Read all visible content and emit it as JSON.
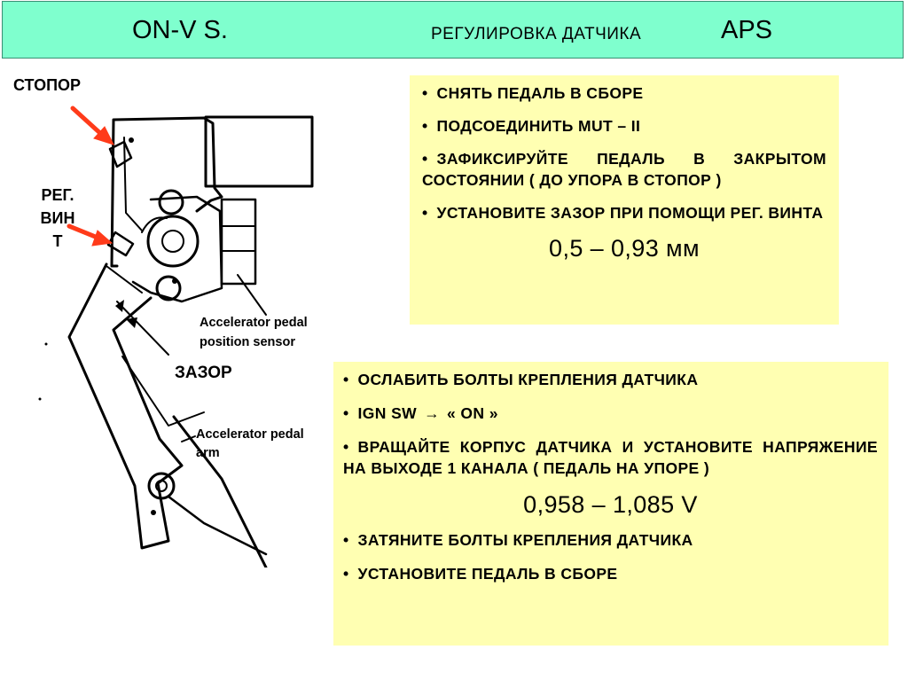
{
  "header": {
    "left": "ON-V  S.",
    "middle": "РЕГУЛИРОВКА  ДАТЧИКА",
    "right": "APS"
  },
  "labels": {
    "stopor": "СТОПОР",
    "reg_line1": "РЕГ.",
    "reg_line2": "ВИН",
    "reg_line3": "Т",
    "zazor": "ЗАЗОР",
    "sensor_line1": "Accelerator pedal",
    "sensor_line2": "position sensor",
    "arm_line1": "Accelerator pedal",
    "arm_line2": "arm"
  },
  "box1": {
    "items": [
      "СНЯТЬ  ПЕДАЛЬ  В  СБОРЕ",
      "ПОДСОЕДИНИТЬ  MUT – II",
      "ЗАФИКСИРУЙТЕ  ПЕДАЛЬ  В  ЗАКРЫТОМ  СОСТОЯНИИ  ( ДО  УПОРА  В  СТОПОР )",
      "УСТАНОВИТЕ ЗАЗОР  ПРИ  ПОМОЩИ  РЕГ.  ВИНТА"
    ],
    "value": "0,5 – 0,93 мм"
  },
  "box2": {
    "item1": "ОСЛАБИТЬ  БОЛТЫ  КРЕПЛЕНИЯ  ДАТЧИКА",
    "item2_a": "IGN  SW",
    "item2_arrow": "→",
    "item2_b": "« ON »",
    "item3": "ВРАЩАЙТЕ  КОРПУС  ДАТЧИКА  И  УСТАНОВИТЕ  НАПРЯЖЕНИЕ  НА  ВЫХОДЕ  1  КАНАЛА  ( ПЕДАЛЬ  НА  УПОРЕ )",
    "value": "0,958 – 1,085 V",
    "item4": "ЗАТЯНИТЕ   БОЛТЫ   КРЕПЛЕНИЯ   ДАТЧИКА",
    "item5": "УСТАНОВИТЕ ПЕДАЛЬ  В  СБОРЕ"
  },
  "bullet": "•",
  "colors": {
    "header_bg": "#7fffce",
    "box_bg": "#ffffb2",
    "arrow": "#ff3b1a"
  }
}
